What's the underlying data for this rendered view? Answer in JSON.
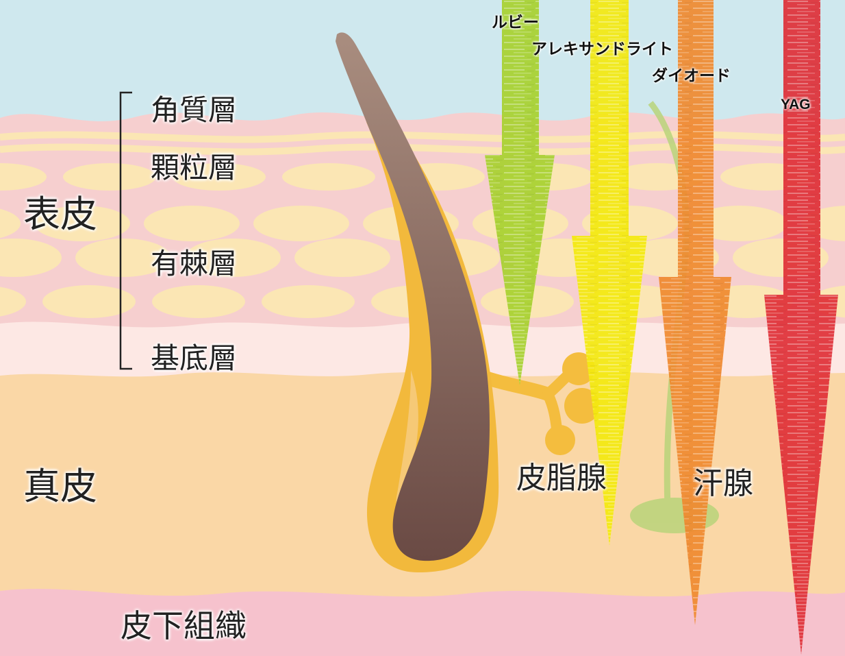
{
  "regions": {
    "epidermis": "表皮",
    "dermis": "真皮",
    "subcutaneous": "皮下組織"
  },
  "layers": {
    "stratum_corneum": "角質層",
    "stratum_granulosum": "顆粒層",
    "stratum_spinosum": "有棘層",
    "stratum_basale": "基底層"
  },
  "structures": {
    "sebaceous_gland": "皮脂腺",
    "sweat_gland": "汗腺"
  },
  "lasers": [
    {
      "name": "ルビー",
      "color": "#a8d230"
    },
    {
      "name": "アレキサンドライト",
      "color": "#f4ea10"
    },
    {
      "name": "ダイオード",
      "color": "#f08a30"
    },
    {
      "name": "YAG",
      "color": "#e03038"
    }
  ],
  "colors": {
    "sky": "#cfe8ee",
    "epidermis": "#f6cfcf",
    "cells": "#fbe6b4",
    "basal_band": "#fde8e4",
    "dermis": "#fad7a6",
    "subcutaneous": "#f6c2cd",
    "follicle": "#f2b93c",
    "hair": "#7a5446"
  }
}
